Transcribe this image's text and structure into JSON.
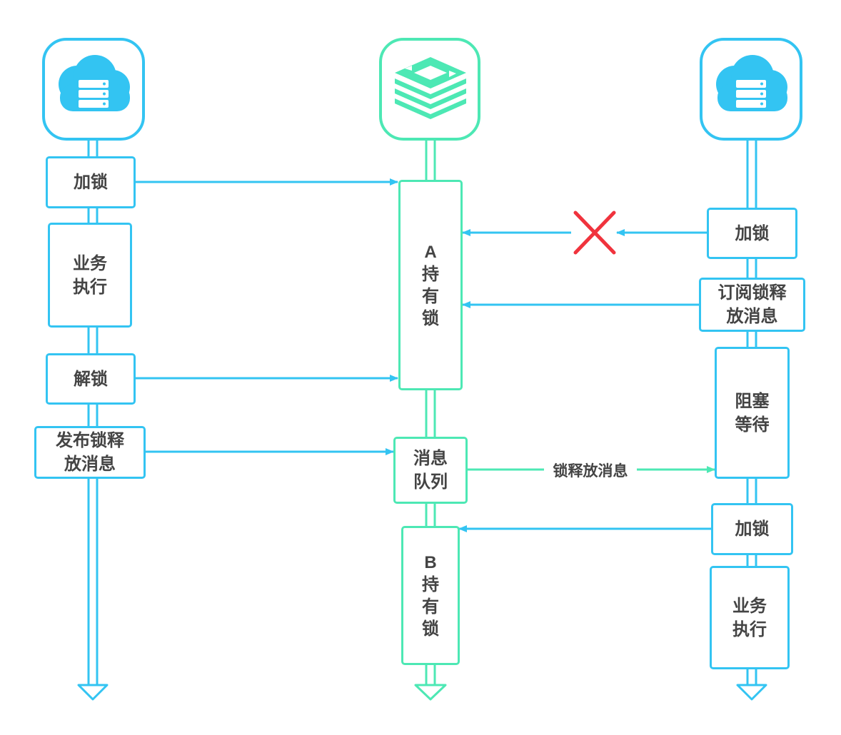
{
  "colors": {
    "client_line": "#33c4f2",
    "redis_line": "#4de8b4",
    "fail_mark": "#f0333d",
    "text": "#444444"
  },
  "participants": {
    "client_a_icon": "cloud-server-icon",
    "redis_icon": "redis-stack-icon",
    "client_b_icon": "cloud-server-icon"
  },
  "client_a": {
    "lock": "加锁",
    "business": [
      "业务",
      "执行"
    ],
    "unlock": "解锁",
    "publish": [
      "发布锁释",
      "放消息"
    ]
  },
  "redis": {
    "a_holds": [
      "A",
      "持",
      "有",
      "锁"
    ],
    "queue": [
      "消息",
      "队列"
    ],
    "b_holds": [
      "B",
      "持",
      "有",
      "锁"
    ]
  },
  "client_b": {
    "lock_attempt": "加锁",
    "subscribe": [
      "订阅锁释",
      "放消息"
    ],
    "blocked": [
      "阻塞",
      "等待"
    ],
    "lock_again": "加锁",
    "business": [
      "业务",
      "执行"
    ]
  },
  "release_message_label": "锁释放消息"
}
